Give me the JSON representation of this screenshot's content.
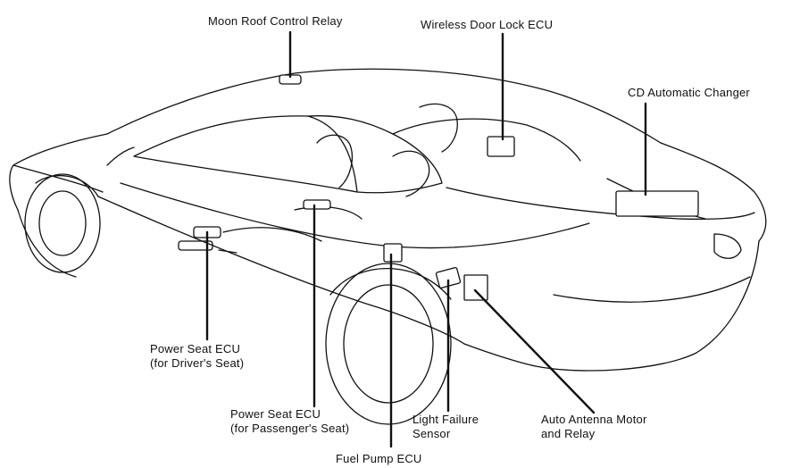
{
  "labels": {
    "moon_roof_relay": "Moon Roof Control Relay",
    "wireless_door_lock": "Wireless Door Lock ECU",
    "cd_changer": "CD Automatic Changer",
    "power_seat_driver": [
      "Power Seat ECU",
      "(for Driver's Seat)"
    ],
    "power_seat_passenger": [
      "Power Seat ECU",
      "(for Passenger's Seat)"
    ],
    "light_failure": [
      "Light Failure",
      "Sensor"
    ],
    "fuel_pump": "Fuel Pump ECU",
    "auto_antenna": [
      "Auto Antenna Motor",
      "and Relay"
    ]
  },
  "colors": {
    "ink": "#111111",
    "background": "#ffffff"
  }
}
